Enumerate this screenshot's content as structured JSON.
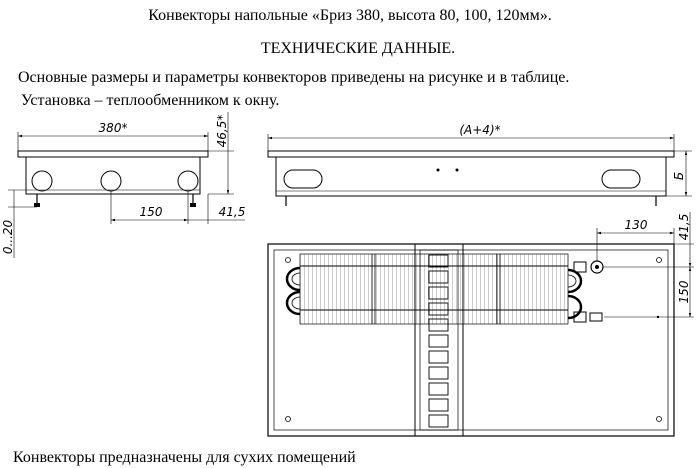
{
  "header": {
    "title": "Конвекторы напольные «Бриз 380, высота 80, 100, 120мм».",
    "subtitle": "ТЕХНИЧЕСКИЕ ДАННЫЕ."
  },
  "description": {
    "line1": "Основные размеры и параметры конвекторов приведены на рисунке и в таблице.",
    "line2": "Установка – теплообменником к окну."
  },
  "drawing": {
    "dim_width": "380*",
    "dim_height": "46,5*",
    "dim_adjust": "0...20",
    "dim_pipe_spacing": "150",
    "dim_offset": "41,5",
    "dim_length": "(А+4)*",
    "dim_b": "Б",
    "dim_top_offset": "130",
    "dim_top_41": "41,5",
    "dim_top_150": "150"
  },
  "footer": {
    "note": "Конвекторы предназначены для сухих помещений"
  }
}
